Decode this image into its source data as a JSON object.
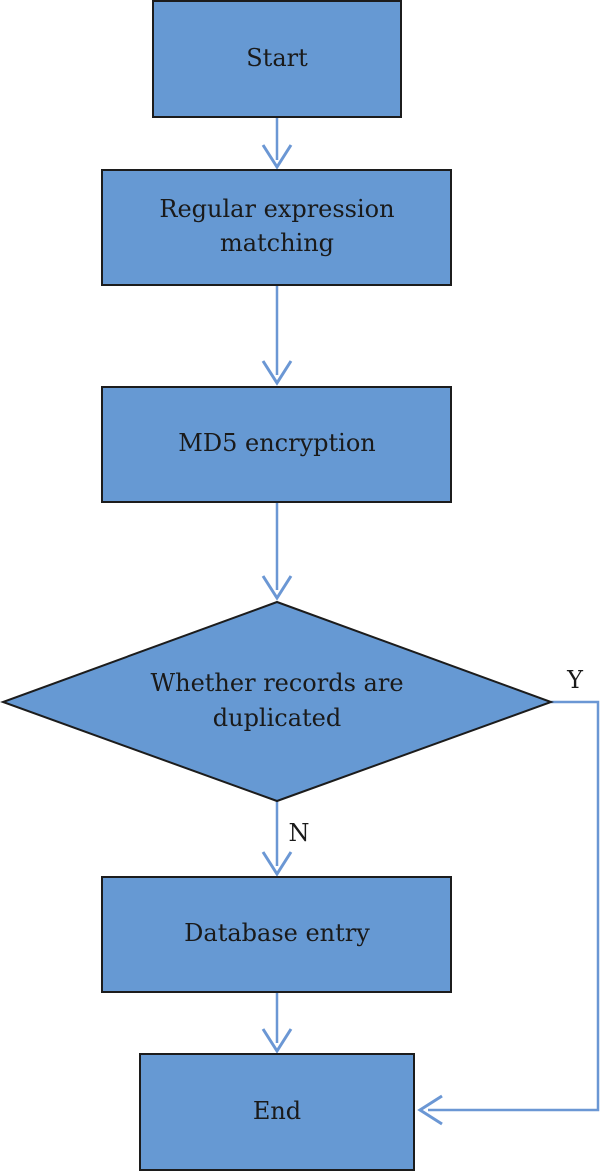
{
  "colors": {
    "node_fill": "#6699d3",
    "node_stroke": "#1c1c1c",
    "connector": "#6b97d4",
    "text": "#1a1a1a",
    "background": "#ffffff"
  },
  "nodes": {
    "start": {
      "label": "Start"
    },
    "regex": {
      "line1": "Regular expression",
      "line2": "matching"
    },
    "md5": {
      "label": "MD5 encryption"
    },
    "decision": {
      "line1": "Whether records are",
      "line2": "duplicated"
    },
    "database": {
      "label": "Database entry"
    },
    "end": {
      "label": "End"
    }
  },
  "edges": {
    "yes_label": "Y",
    "no_label": "N"
  }
}
